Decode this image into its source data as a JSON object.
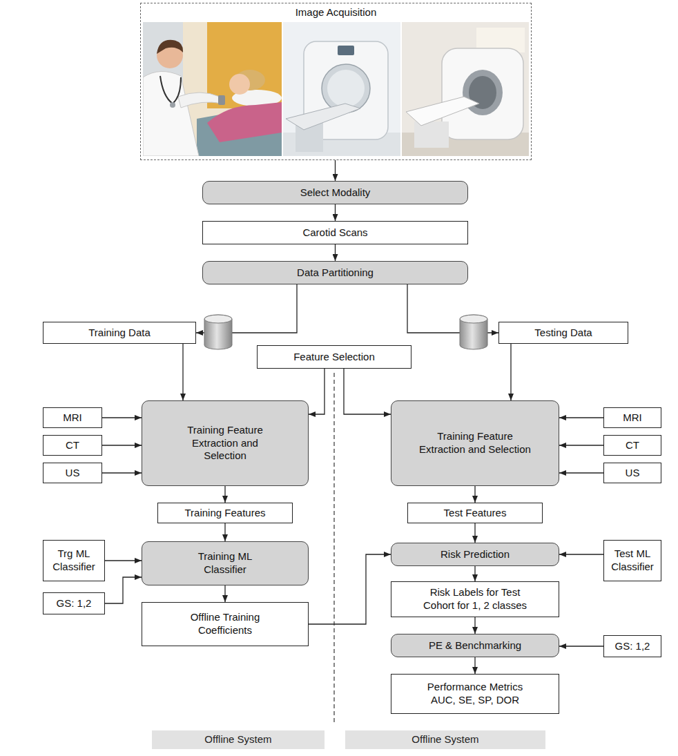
{
  "diagram": {
    "nodes": [
      {
        "text": [
          "Image Acquisition"
        ]
      },
      {
        "text": [
          "Select Modality"
        ]
      },
      {
        "text": [
          "Carotid Scans"
        ]
      },
      {
        "text": [
          "Data Partitioning"
        ]
      },
      {
        "text": [
          "Training Data"
        ]
      },
      {
        "text": [
          "Testing Data"
        ]
      },
      {
        "text": [
          "Feature Selection"
        ]
      },
      {
        "text": [
          "MRI"
        ]
      },
      {
        "text": [
          "CT"
        ]
      },
      {
        "text": [
          "US"
        ]
      },
      {
        "text": [
          "Training Feature Extraction and Selection"
        ]
      },
      {
        "text": [
          "Training Feature Extraction and Selection"
        ]
      },
      {
        "text": [
          "MRI"
        ]
      },
      {
        "text": [
          "CT"
        ]
      },
      {
        "text": [
          "US"
        ]
      },
      {
        "text": [
          "Training Features"
        ]
      },
      {
        "text": [
          "Test Features"
        ]
      },
      {
        "text": [
          "Trg ML Classifier"
        ]
      },
      {
        "text": [
          "Training ML Classifier"
        ]
      },
      {
        "text": [
          "Risk Prediction"
        ]
      },
      {
        "text": [
          "Test ML Classifier"
        ]
      },
      {
        "text": [
          "GS: 1,2"
        ]
      },
      {
        "text": [
          "Risk Labels for Test Cohort for 1, 2 classes"
        ]
      },
      {
        "text": [
          "Offline Training Coefficients"
        ]
      },
      {
        "text": [
          "PE & Benchmarking"
        ]
      },
      {
        "text": [
          "GS: 1,2"
        ]
      },
      {
        "text": [
          "Performance Metrics AUC, SE, SP, DOR"
        ]
      },
      {
        "text": [
          "Offline System"
        ]
      },
      {
        "text": [
          "Offline System"
        ]
      }
    ],
    "edges": [
      {
        "from": 0,
        "to": 1,
        "arrow": "to"
      },
      {
        "from": 1,
        "to": 2,
        "arrow": "to"
      },
      {
        "from": 2,
        "to": 3,
        "arrow": "to"
      },
      {
        "from": 3,
        "to": 4,
        "arrow": "to"
      },
      {
        "from": 3,
        "to": 5,
        "arrow": "to"
      },
      {
        "from": 4,
        "to": 10,
        "arrow": "to"
      },
      {
        "from": 5,
        "to": 11,
        "arrow": "to"
      },
      {
        "from": 6,
        "to": 10,
        "arrow": "to"
      },
      {
        "from": 6,
        "to": 11,
        "arrow": "to"
      },
      {
        "from": 7,
        "to": 10,
        "arrow": "to"
      },
      {
        "from": 8,
        "to": 10,
        "arrow": "to"
      },
      {
        "from": 9,
        "to": 10,
        "arrow": "to"
      },
      {
        "from": 12,
        "to": 11,
        "arrow": "to"
      },
      {
        "from": 13,
        "to": 11,
        "arrow": "to"
      },
      {
        "from": 14,
        "to": 11,
        "arrow": "to"
      },
      {
        "from": 10,
        "to": 15,
        "arrow": "to"
      },
      {
        "from": 11,
        "to": 16,
        "arrow": "to"
      },
      {
        "from": 15,
        "to": 18,
        "arrow": "to"
      },
      {
        "from": 16,
        "to": 19,
        "arrow": "to"
      },
      {
        "from": 17,
        "to": 18,
        "arrow": "to"
      },
      {
        "from": 21,
        "to": 18,
        "arrow": "to"
      },
      {
        "from": 20,
        "to": 19,
        "arrow": "to"
      },
      {
        "from": 18,
        "to": 23,
        "arrow": "to"
      },
      {
        "from": 23,
        "to": 19,
        "arrow": "to"
      },
      {
        "from": 19,
        "to": 22,
        "arrow": "to"
      },
      {
        "from": 22,
        "to": 24,
        "arrow": "to"
      },
      {
        "from": 25,
        "to": 24,
        "arrow": "to"
      },
      {
        "from": 24,
        "to": 26,
        "arrow": "to"
      }
    ]
  }
}
